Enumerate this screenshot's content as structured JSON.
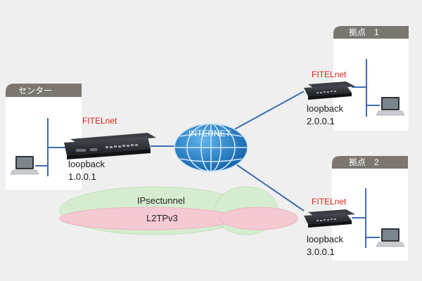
{
  "sites": {
    "center": {
      "title": "センター",
      "brand": "FITELnet",
      "loopback_label": "loopback",
      "loopback_addr": "1.0.0.1"
    },
    "site1": {
      "title": "拠点　1",
      "brand": "FITELnet",
      "loopback_label": "loopback",
      "loopback_addr": "2.0.0.1"
    },
    "site2": {
      "title": "拠点　2",
      "brand": "FITELnet",
      "loopback_label": "loopback",
      "loopback_addr": "3.0.0.1"
    }
  },
  "internet": {
    "label": "INTERNET"
  },
  "tunnels": {
    "ipsec": "IPsectunnel",
    "l2tp": "L2TPv3"
  },
  "colors": {
    "background": "#efefef",
    "title_tab": "#7b7670",
    "brand": "#d5231c",
    "link_line": "#3d6db0",
    "globe": "#1f78c8",
    "ipsec_cloud": "#d6ecd0",
    "l2tp_cloud": "#f4c9d2"
  },
  "icons": {
    "router": "router-icon",
    "laptop": "laptop-icon",
    "globe": "internet-globe-icon"
  }
}
